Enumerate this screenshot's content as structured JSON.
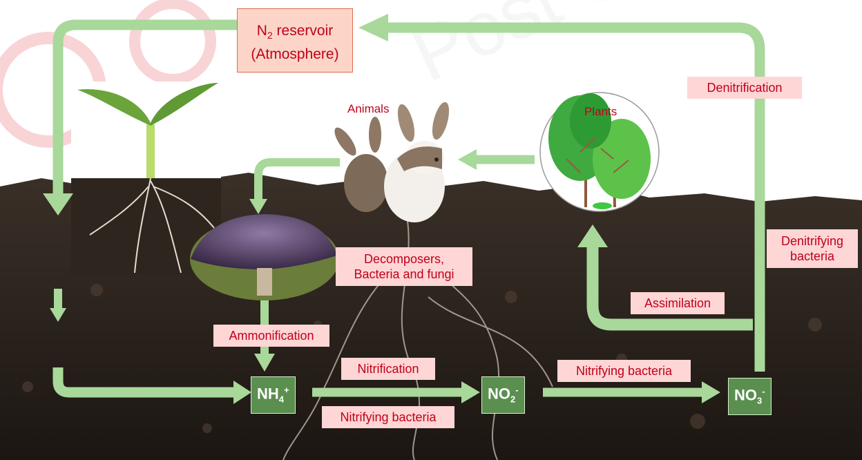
{
  "reservoir": {
    "prefix": "N",
    "sub": "2",
    "line1": " reservoir",
    "line2": "(Atmosphere)"
  },
  "labels": {
    "animals": "Animals",
    "plants": "Plants",
    "denitrification": "Denitrification",
    "denitrifying_bacteria_1": "Denitrifying",
    "denitrifying_bacteria_2": "bacteria",
    "decomposers_1": "Decomposers,",
    "decomposers_2": "Bacteria and fungi",
    "assimilation": "Assimilation",
    "ammonification": "Ammonification",
    "nitrification": "Nitrification",
    "nitrifying_bacteria_upper": "Nitrifying bacteria",
    "nitrifying_bacteria_lower": "Nitrifying bacteria"
  },
  "chemicals": {
    "ammonium": {
      "base": "NH",
      "sub": "4",
      "sup": "+"
    },
    "nitrite": {
      "base": "NO",
      "sub": "2",
      "sup": "-"
    },
    "nitrate": {
      "base": "NO",
      "sub": "3",
      "sup": "-"
    }
  },
  "watermark": "Post G",
  "colors": {
    "arrow": "#a8d89a",
    "chem_box": "#5a8f4f",
    "label_bg": "#ffd6d6",
    "label_text": "#c0001a",
    "reservoir_bg": "#fcd5c8",
    "soil": "#2f2620"
  }
}
